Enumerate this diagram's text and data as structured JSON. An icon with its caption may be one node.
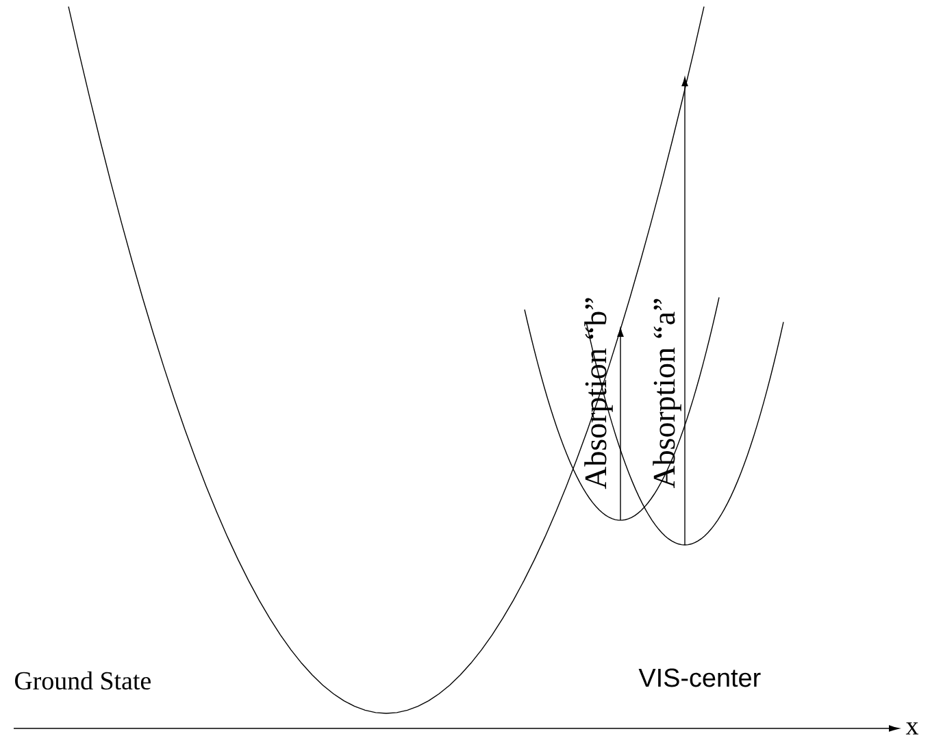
{
  "diagram": {
    "labels": [
      "Absorption “b”",
      "Absorption “a”",
      "Ground State",
      "VIS-center",
      "x"
    ]
  }
}
